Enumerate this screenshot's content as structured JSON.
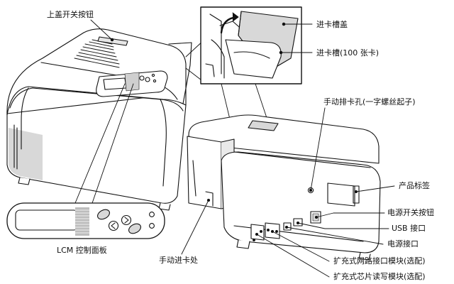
{
  "labels": {
    "top_cover_button": "上盖开关按钮",
    "card_hopper_cover": "进卡槽盖",
    "card_hopper": "进卡槽(100 张卡)",
    "manual_eject_hole": "手动排卡孔(一字螺丝起子)",
    "product_label": "产品标签",
    "power_button": "电源开关按钮",
    "usb_port": "USB 接口",
    "power_port": "电源接口",
    "network_module": "扩充式网路接口模块(选配)",
    "chip_encoder_module": "扩充式芯片读写模块(选配)",
    "manual_feed_slot": "手动进卡处",
    "lcm_panel": "LCM 控制面板"
  },
  "panel_icons": [
    "menu-button-icon",
    "left-arrow-icon",
    "right-arrow-icon",
    "ok-button-icon",
    "status-led-icon",
    "status-led-icon"
  ],
  "colors": {
    "line": "#111111",
    "fill": "#ffffff",
    "shade": "#d8d8d8",
    "dark": "#555555"
  }
}
